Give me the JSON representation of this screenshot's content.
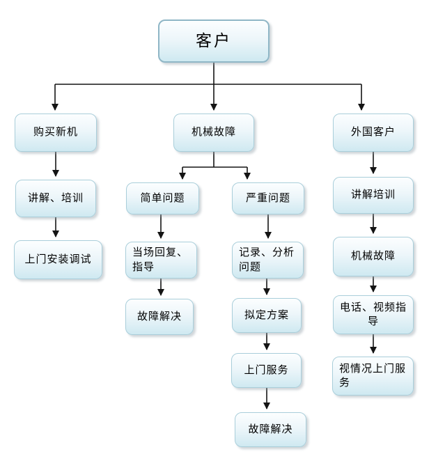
{
  "diagram": {
    "type": "flowchart",
    "background": "#ffffff",
    "colors": {
      "node_fill_top": "#fcfeff",
      "node_fill_bottom": "#cfe9f1",
      "node_border": "#a9ceda",
      "root_border": "#8fb6c6",
      "connector_line": "#141414",
      "text": "#000000"
    },
    "nodes": {
      "customer": "客户",
      "buy_new_machine": "购买新机",
      "explain_training_1": "讲解、培训",
      "onsite_install_debug": "上门安装调试",
      "mechanical_fault": "机械故障",
      "simple_issue": "简单问题",
      "onsite_reply_guide": "当场回复、指导",
      "fault_solved_simple": "故障解决",
      "serious_issue": "严重问题",
      "record_analyze_issue": "记录、分析问题",
      "draft_plan": "拟定方案",
      "onsite_service": "上门服务",
      "fault_solved_serious": "故障解决",
      "foreign_customer": "外国客户",
      "explain_training_2": "讲解培训",
      "mechanical_fault_2": "机械故障",
      "phone_video_guide": "电话、视频指导",
      "conditional_onsite_service": "视情况上门服务"
    },
    "edges": [
      {
        "from": "customer",
        "to": "buy_new_machine"
      },
      {
        "from": "customer",
        "to": "mechanical_fault"
      },
      {
        "from": "customer",
        "to": "foreign_customer"
      },
      {
        "from": "buy_new_machine",
        "to": "explain_training_1"
      },
      {
        "from": "explain_training_1",
        "to": "onsite_install_debug"
      },
      {
        "from": "mechanical_fault",
        "to": "simple_issue"
      },
      {
        "from": "mechanical_fault",
        "to": "serious_issue"
      },
      {
        "from": "simple_issue",
        "to": "onsite_reply_guide"
      },
      {
        "from": "onsite_reply_guide",
        "to": "fault_solved_simple"
      },
      {
        "from": "serious_issue",
        "to": "record_analyze_issue"
      },
      {
        "from": "record_analyze_issue",
        "to": "draft_plan"
      },
      {
        "from": "draft_plan",
        "to": "onsite_service"
      },
      {
        "from": "onsite_service",
        "to": "fault_solved_serious"
      },
      {
        "from": "foreign_customer",
        "to": "explain_training_2"
      },
      {
        "from": "explain_training_2",
        "to": "mechanical_fault_2"
      },
      {
        "from": "mechanical_fault_2",
        "to": "phone_video_guide"
      },
      {
        "from": "phone_video_guide",
        "to": "conditional_onsite_service"
      }
    ]
  }
}
